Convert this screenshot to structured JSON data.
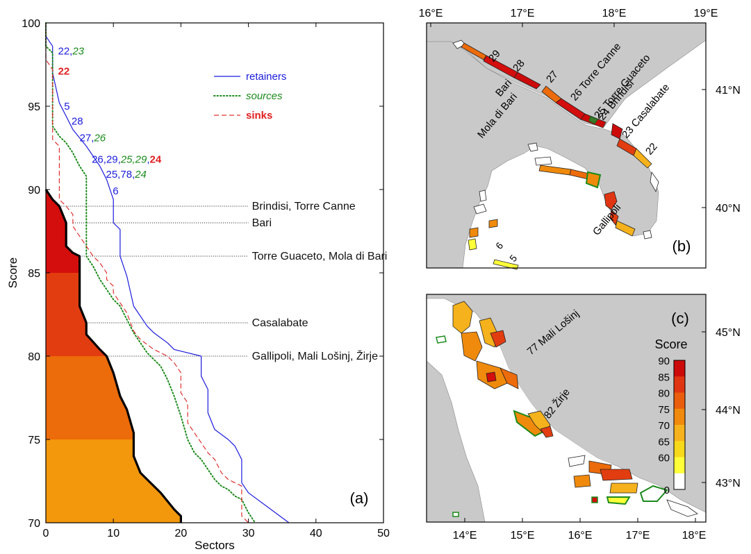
{
  "chart_data": [
    {
      "type": "line",
      "panel_label": "(a)",
      "xlabel": "Sectors",
      "ylabel": "Score",
      "xlim": [
        0,
        50
      ],
      "ylim": [
        70,
        100
      ],
      "x_ticks": [
        0,
        10,
        20,
        30,
        40,
        50
      ],
      "y_ticks": [
        70,
        75,
        80,
        85,
        90,
        95,
        100
      ],
      "grid": false,
      "legend_position": "top-center",
      "series": [
        {
          "name": "retainers",
          "color": "#1a1adc",
          "dash": "solid",
          "points": [
            [
              0,
              100
            ],
            [
              0,
              99.2
            ],
            [
              1,
              98.6
            ],
            [
              1,
              97
            ],
            [
              2,
              95.2
            ],
            [
              3,
              94.4
            ],
            [
              4,
              93.6
            ],
            [
              6,
              92.6
            ],
            [
              8,
              91.4
            ],
            [
              9,
              90.6
            ],
            [
              10,
              89.4
            ],
            [
              10,
              88
            ],
            [
              11,
              87.6
            ],
            [
              11,
              86
            ],
            [
              12,
              84.8
            ],
            [
              13,
              83
            ],
            [
              15,
              81.8
            ],
            [
              16,
              81.4
            ],
            [
              18,
              80.8
            ],
            [
              19,
              80.4
            ],
            [
              20,
              80.3
            ],
            [
              23,
              80
            ],
            [
              23,
              78.8
            ],
            [
              24,
              78
            ],
            [
              24,
              76.6
            ],
            [
              25,
              75.6
            ],
            [
              27,
              75
            ],
            [
              28,
              74.6
            ],
            [
              29,
              73.8
            ],
            [
              29,
              72.4
            ],
            [
              30,
              71.8
            ],
            [
              36,
              70
            ]
          ]
        },
        {
          "name": "sources",
          "color": "#1b8a1b",
          "dash": "dotted",
          "points": [
            [
              0,
              100
            ],
            [
              0,
              98.6
            ],
            [
              1,
              98.2
            ],
            [
              1,
              93.8
            ],
            [
              2,
              93.2
            ],
            [
              3,
              92.8
            ],
            [
              4,
              92.2
            ],
            [
              5,
              91.4
            ],
            [
              6,
              90.8
            ],
            [
              6,
              89
            ],
            [
              6,
              86
            ],
            [
              7,
              85.4
            ],
            [
              8,
              84.6
            ],
            [
              9,
              84
            ],
            [
              10,
              83.4
            ],
            [
              11,
              83
            ],
            [
              12,
              82.2
            ],
            [
              13,
              81.4
            ],
            [
              15,
              80.2
            ],
            [
              16,
              79.8
            ],
            [
              17,
              79.4
            ],
            [
              18,
              78.6
            ],
            [
              19,
              77.6
            ],
            [
              20,
              76.4
            ],
            [
              21,
              75
            ],
            [
              22,
              74.2
            ],
            [
              23,
              73.8
            ],
            [
              24,
              73.2
            ],
            [
              25,
              72.6
            ],
            [
              26,
              72.2
            ],
            [
              27,
              72
            ],
            [
              28,
              71.6
            ],
            [
              29,
              71.4
            ],
            [
              30,
              70.6
            ],
            [
              31,
              70
            ]
          ]
        },
        {
          "name": "sinks",
          "color": "#e03030",
          "dash": "dashed",
          "points": [
            [
              0,
              100
            ],
            [
              0,
              97.8
            ],
            [
              1,
              97.2
            ],
            [
              1,
              93
            ],
            [
              2,
              92.6
            ],
            [
              2,
              91.4
            ],
            [
              2,
              89.4
            ],
            [
              3,
              89
            ],
            [
              4,
              88.5
            ],
            [
              4,
              87.8
            ],
            [
              5,
              87.2
            ],
            [
              6,
              86.6
            ],
            [
              7,
              86
            ],
            [
              8,
              85.6
            ],
            [
              9,
              85
            ],
            [
              9,
              84.6
            ],
            [
              10,
              84.2
            ],
            [
              10,
              83.8
            ],
            [
              11,
              83.2
            ],
            [
              12,
              82.6
            ],
            [
              13,
              81.5
            ],
            [
              14,
              81
            ],
            [
              16,
              80.4
            ],
            [
              18,
              80
            ],
            [
              19,
              79.6
            ],
            [
              20,
              79
            ],
            [
              20,
              77.8
            ],
            [
              21,
              77.2
            ],
            [
              21,
              76
            ],
            [
              22,
              75.4
            ],
            [
              23,
              74.8
            ],
            [
              24,
              74.2
            ],
            [
              25,
              73.8
            ],
            [
              26,
              73
            ],
            [
              27,
              72.6
            ],
            [
              28,
              72.4
            ],
            [
              29,
              72.2
            ],
            [
              29,
              71.4
            ],
            [
              29,
              70.4
            ],
            [
              30,
              70
            ]
          ]
        },
        {
          "name": "",
          "color": "#000000",
          "dash": "thick-step",
          "points": [
            [
              0,
              90
            ],
            [
              1,
              89.4
            ],
            [
              2,
              89
            ],
            [
              3,
              88
            ],
            [
              3,
              87
            ],
            [
              3,
              86.6
            ],
            [
              4,
              86.2
            ],
            [
              5,
              86
            ],
            [
              5,
              85
            ],
            [
              5,
              83
            ],
            [
              6,
              82
            ],
            [
              6,
              81.3
            ],
            [
              8,
              80.4
            ],
            [
              9,
              80
            ],
            [
              10,
              79
            ],
            [
              11,
              77.6
            ],
            [
              12,
              76.8
            ],
            [
              13,
              75.4
            ],
            [
              13,
              75
            ],
            [
              13,
              74
            ],
            [
              14,
              73
            ],
            [
              15,
              72.6
            ],
            [
              17,
              71.8
            ],
            [
              19,
              70.8
            ],
            [
              20,
              70.4
            ],
            [
              20,
              70
            ]
          ]
        }
      ],
      "filled_bands": [
        {
          "y_from": 85,
          "y_to": 90,
          "color": "#d40d0d"
        },
        {
          "y_from": 80,
          "y_to": 85,
          "color": "#e23d10"
        },
        {
          "y_from": 75,
          "y_to": 80,
          "color": "#ec6b0a"
        },
        {
          "y_from": 70,
          "y_to": 75,
          "color": "#f3980c"
        }
      ],
      "reference_lines": [
        {
          "y": 89,
          "x_from": 2,
          "x_to": 30,
          "label": "Brindisi, Torre Canne"
        },
        {
          "y": 88,
          "x_from": 4,
          "x_to": 30,
          "label": "Bari"
        },
        {
          "y": 86,
          "x_from": 5,
          "x_to": 30,
          "label": "Torre Guaceto, Mola di Bari"
        },
        {
          "y": 82,
          "x_from": 6,
          "x_to": 30,
          "label": "Casalabate"
        },
        {
          "y": 80,
          "x_from": 9,
          "x_to": 30,
          "label": "Gallipoli, Mali Lošinj, Žirje"
        }
      ],
      "annotations": [
        {
          "x": 1.8,
          "y": 98.1,
          "parts": [
            {
              "text": "22",
              "style": "blue"
            },
            {
              "text": ",",
              "style": "blue"
            },
            {
              "text": "23",
              "style": "green-italic"
            }
          ]
        },
        {
          "x": 1.8,
          "y": 96.9,
          "parts": [
            {
              "text": "22",
              "style": "red-bold"
            }
          ]
        },
        {
          "x": 2.7,
          "y": 94.8,
          "parts": [
            {
              "text": "5",
              "style": "blue"
            }
          ]
        },
        {
          "x": 3.8,
          "y": 93.9,
          "parts": [
            {
              "text": "28",
              "style": "blue"
            }
          ]
        },
        {
          "x": 5,
          "y": 92.9,
          "parts": [
            {
              "text": "27",
              "style": "blue"
            },
            {
              "text": ",",
              "style": "blue"
            },
            {
              "text": "26",
              "style": "green-italic"
            }
          ]
        },
        {
          "x": 6.8,
          "y": 91.6,
          "parts": [
            {
              "text": "26,29,",
              "style": "blue"
            },
            {
              "text": "25,29",
              "style": "green-italic"
            },
            {
              "text": ",",
              "style": "blue"
            },
            {
              "text": "24",
              "style": "red-bold"
            }
          ]
        },
        {
          "x": 8.9,
          "y": 90.7,
          "parts": [
            {
              "text": "25,78,",
              "style": "blue"
            },
            {
              "text": "24",
              "style": "green-italic"
            }
          ]
        },
        {
          "x": 9.9,
          "y": 89.7,
          "parts": [
            {
              "text": "6",
              "style": "blue"
            }
          ]
        }
      ],
      "legend": [
        {
          "label": "retainers",
          "style": "blue"
        },
        {
          "label": "sources",
          "style": "green-italic"
        },
        {
          "label": "sinks",
          "style": "red-bold"
        }
      ]
    },
    {
      "type": "map",
      "panel_label": "(b)",
      "lon_ticks": [
        "16°E",
        "17°E",
        "18°E",
        "19°E"
      ],
      "lat_ticks": [
        "41°N",
        "40°N"
      ],
      "place_labels": [
        "29",
        "28",
        "27",
        "Bari",
        "Mola di Bari",
        "26 Torre Canne",
        "25 Torre Guaceto",
        "24 Brindisi",
        "23 Casalabate",
        "22",
        "Gallipoli",
        "6",
        "5"
      ]
    },
    {
      "type": "map",
      "panel_label": "(c)",
      "lon_ticks": [
        "14°E",
        "15°E",
        "16°E",
        "17°E",
        "18°E"
      ],
      "lat_ticks": [
        "45°N",
        "44°N",
        "43°N"
      ],
      "place_labels": [
        "77 Mali Lošinj",
        "82 Žirje"
      ],
      "colorbar": {
        "title": "Score",
        "ticks": [
          "90",
          "85",
          "80",
          "75",
          "70",
          "65",
          "60",
          "0"
        ],
        "colors": [
          "#cc0a0a",
          "#e03512",
          "#ea5d0d",
          "#f08a0c",
          "#f6b21c",
          "#f5d91a",
          "#ffff3a",
          "#ffffff"
        ]
      }
    }
  ]
}
